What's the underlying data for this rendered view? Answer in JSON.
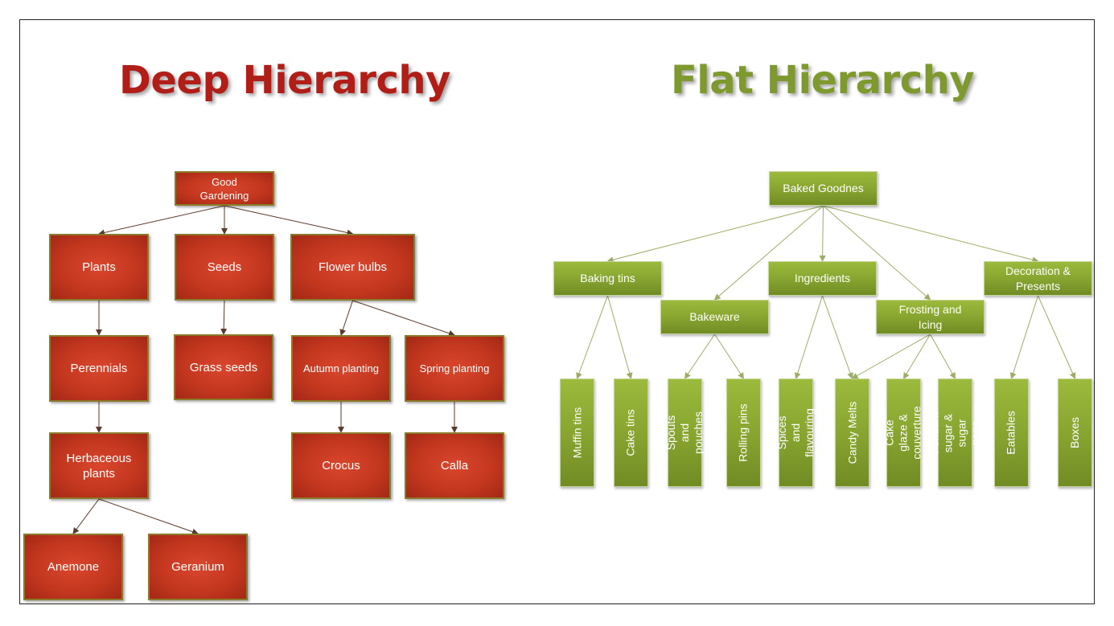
{
  "colors": {
    "deep_title": "#b01e17",
    "flat_title": "#7e9a2e",
    "red_box": "#c4371f",
    "green_box": "#86a32f",
    "red_edge": "#5a3a2a",
    "green_edge": "#9aae66"
  },
  "deep": {
    "title": "Deep Hierarchy",
    "nodes": {
      "good_gardening": "Good\nGardening",
      "plants": "Plants",
      "seeds": "Seeds",
      "flower_bulbs": "Flower bulbs",
      "perennials": "Perennials",
      "grass_seeds": "Grass seeds",
      "autumn_planting": "Autumn planting",
      "spring_planting": "Spring planting",
      "herbaceous_plants": "Herbaceous\nplants",
      "crocus": "Crocus",
      "calla": "Calla",
      "anemone": "Anemone",
      "geranium": "Geranium"
    },
    "edges": [
      [
        "good_gardening",
        "plants"
      ],
      [
        "good_gardening",
        "seeds"
      ],
      [
        "good_gardening",
        "flower_bulbs"
      ],
      [
        "plants",
        "perennials"
      ],
      [
        "seeds",
        "grass_seeds"
      ],
      [
        "flower_bulbs",
        "autumn_planting"
      ],
      [
        "flower_bulbs",
        "spring_planting"
      ],
      [
        "perennials",
        "herbaceous_plants"
      ],
      [
        "autumn_planting",
        "crocus"
      ],
      [
        "spring_planting",
        "calla"
      ],
      [
        "herbaceous_plants",
        "anemone"
      ],
      [
        "herbaceous_plants",
        "geranium"
      ]
    ]
  },
  "flat": {
    "title": "Flat Hierarchy",
    "nodes": {
      "baked_goodnes": "Baked Goodnes",
      "baking_tins": "Baking tins",
      "bakeware": "Bakeware",
      "ingredients": "Ingredients",
      "frosting_icing": "Frosting and\nIcing",
      "decoration_presents": "Decoration &\nPresents",
      "muffin_tins": "Muffin tins",
      "cake_tins": "Cake tins",
      "spouts_pouches": "Spouts and\npouches",
      "rolling_pins": "Rolling pins",
      "spices_flavouring": "Spices and\nflavouring",
      "candy_melts": "Candy Melts",
      "cake_glaze": "Cake glaze &\ncouverture",
      "fondant_sugar": "Fondant sugar &\nsugar pens",
      "eatables": "Eatables",
      "boxes": "Boxes"
    },
    "edges": [
      [
        "baked_goodnes",
        "baking_tins"
      ],
      [
        "baked_goodnes",
        "bakeware"
      ],
      [
        "baked_goodnes",
        "ingredients"
      ],
      [
        "baked_goodnes",
        "frosting_icing"
      ],
      [
        "baked_goodnes",
        "decoration_presents"
      ],
      [
        "baking_tins",
        "muffin_tins"
      ],
      [
        "baking_tins",
        "cake_tins"
      ],
      [
        "bakeware",
        "spouts_pouches"
      ],
      [
        "bakeware",
        "rolling_pins"
      ],
      [
        "ingredients",
        "spices_flavouring"
      ],
      [
        "ingredients",
        "candy_melts"
      ],
      [
        "frosting_icing",
        "candy_melts"
      ],
      [
        "frosting_icing",
        "cake_glaze"
      ],
      [
        "frosting_icing",
        "fondant_sugar"
      ],
      [
        "decoration_presents",
        "eatables"
      ],
      [
        "decoration_presents",
        "boxes"
      ]
    ]
  }
}
